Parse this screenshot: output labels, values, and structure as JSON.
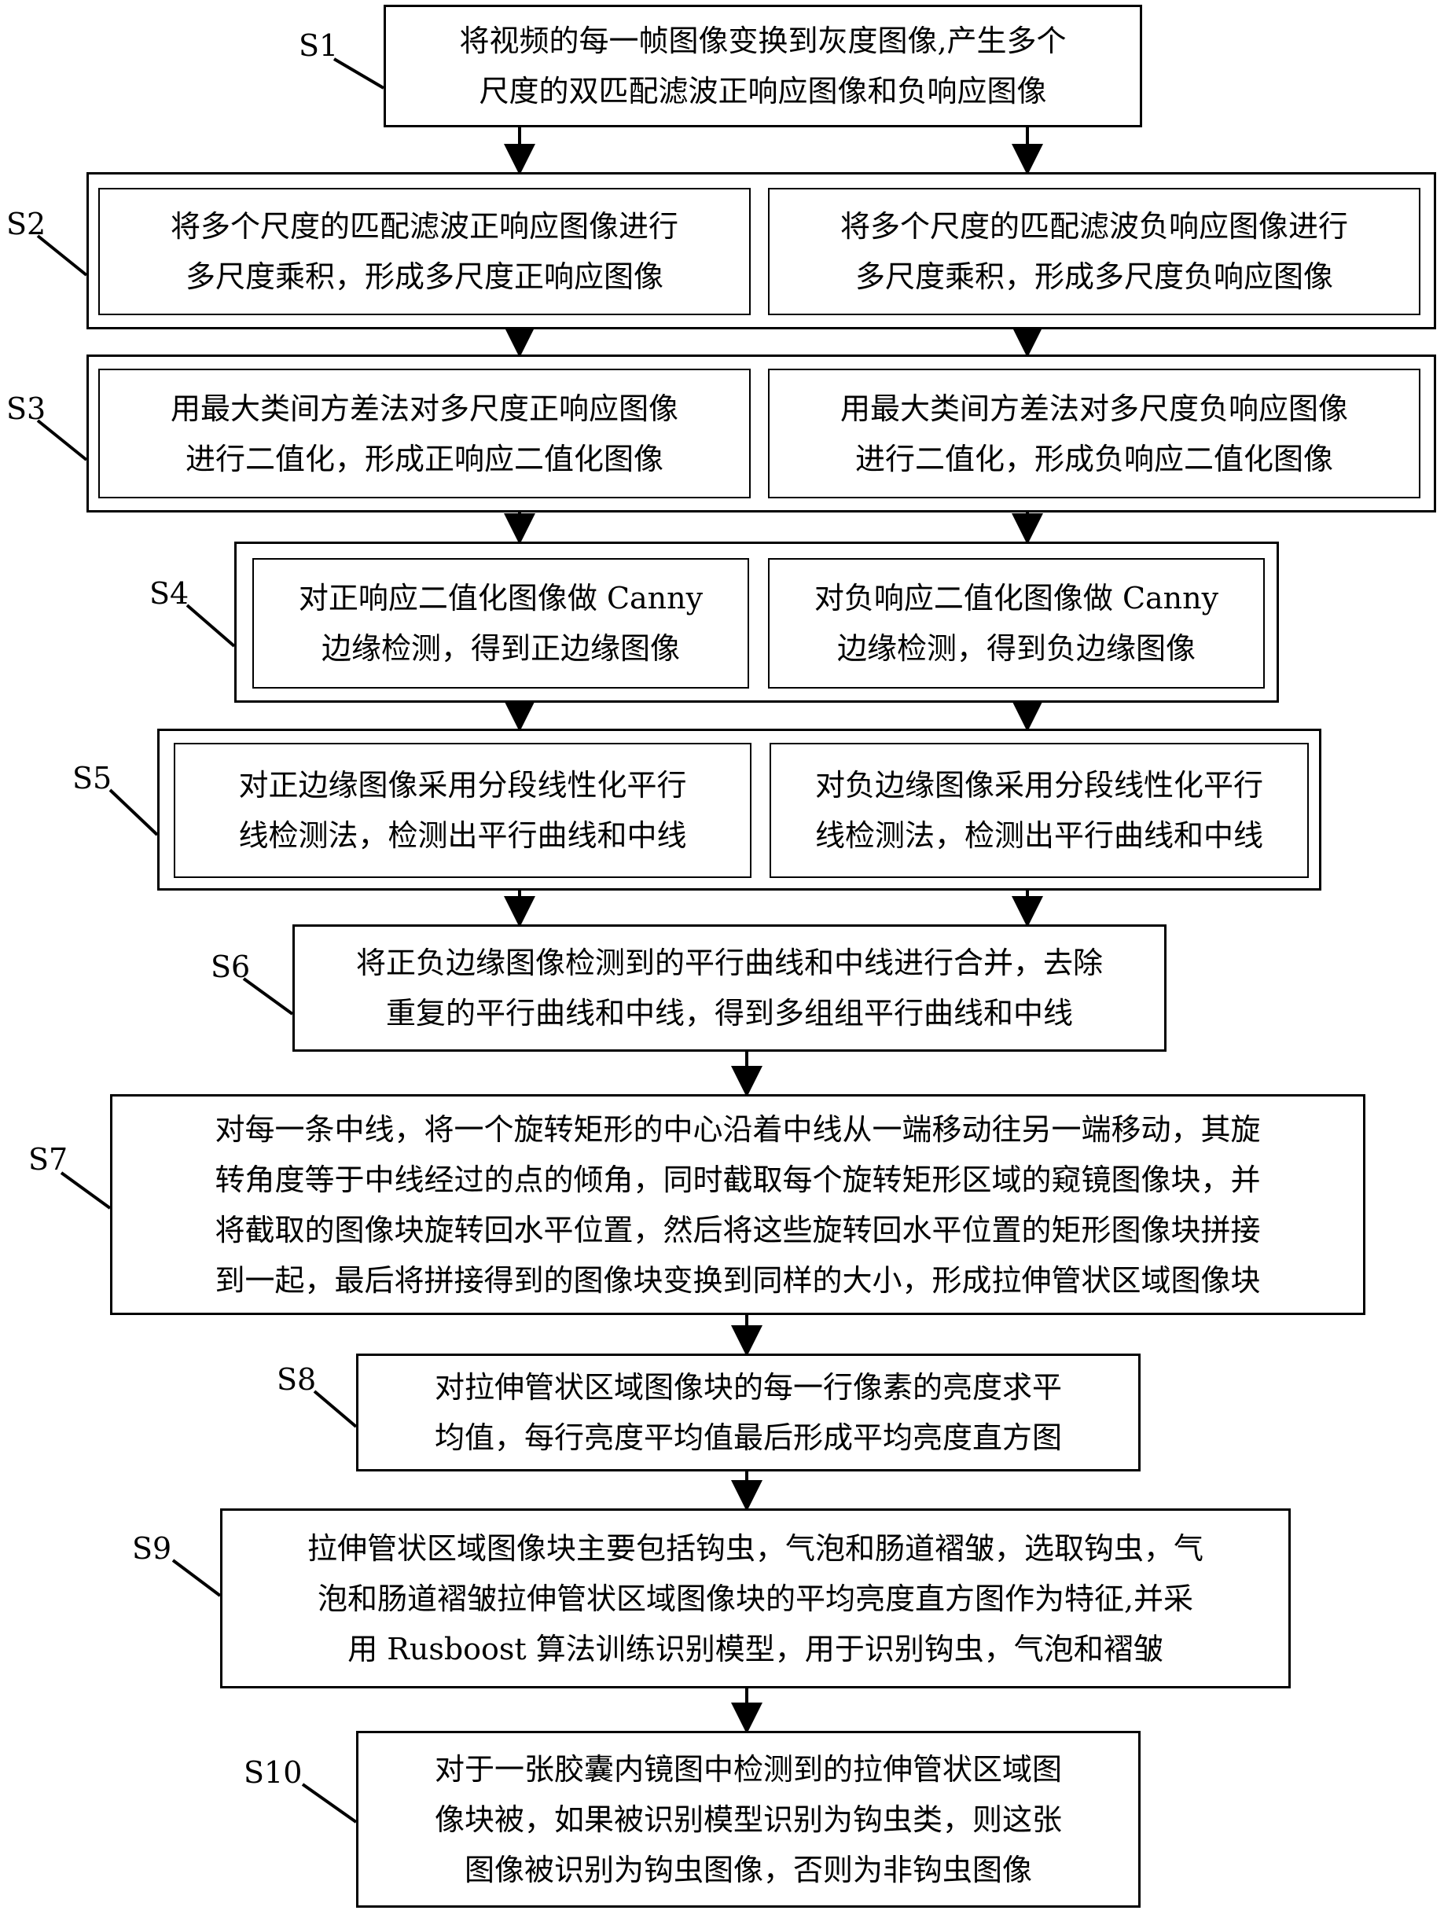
{
  "steps": {
    "s1": {
      "label": "S1",
      "text": "将视频的每一帧图像变换到灰度图像,产生多个\n尺度的双匹配滤波正响应图像和负响应图像"
    },
    "s2": {
      "label": "S2",
      "left": "将多个尺度的匹配滤波正响应图像进行\n多尺度乘积，形成多尺度正响应图像",
      "right": "将多个尺度的匹配滤波负响应图像进行\n多尺度乘积，形成多尺度负响应图像"
    },
    "s3": {
      "label": "S3",
      "left": "用最大类间方差法对多尺度正响应图像\n进行二值化，形成正响应二值化图像",
      "right": "用最大类间方差法对多尺度负响应图像\n进行二值化，形成负响应二值化图像"
    },
    "s4": {
      "label": "S4",
      "left": "对正响应二值化图像做 Canny\n边缘检测，得到正边缘图像",
      "right": "对负响应二值化图像做 Canny\n边缘检测，得到负边缘图像"
    },
    "s5": {
      "label": "S5",
      "left": "对正边缘图像采用分段线性化平行\n线检测法，检测出平行曲线和中线",
      "right": "对负边缘图像采用分段线性化平行\n线检测法，检测出平行曲线和中线"
    },
    "s6": {
      "label": "S6",
      "text": "将正负边缘图像检测到的平行曲线和中线进行合并，去除\n重复的平行曲线和中线，得到多组组平行曲线和中线"
    },
    "s7": {
      "label": "S7",
      "text": "对每一条中线，将一个旋转矩形的中心沿着中线从一端移动往另一端移动，其旋\n转角度等于中线经过的点的倾角，同时截取每个旋转矩形区域的窥镜图像块，并\n将截取的图像块旋转回水平位置，然后将这些旋转回水平位置的矩形图像块拼接\n到一起，最后将拼接得到的图像块变换到同样的大小，形成拉伸管状区域图像块"
    },
    "s8": {
      "label": "S8",
      "text": "对拉伸管状区域图像块的每一行像素的亮度求平\n均值，每行亮度平均值最后形成平均亮度直方图"
    },
    "s9": {
      "label": "S9",
      "text": "拉伸管状区域图像块主要包括钩虫，气泡和肠道褶皱，选取钩虫，气\n泡和肠道褶皱拉伸管状区域图像块的平均亮度直方图作为特征,并采\n用 Rusboost 算法训练识别模型，用于识别钩虫，气泡和褶皱"
    },
    "s10": {
      "label": "S10",
      "text": "对于一张胶囊内镜图中检测到的拉伸管状区域图\n像块被，如果被识别模型识别为钩虫类，则这张\n图像被识别为钩虫图像，否则为非钩虫图像"
    }
  }
}
